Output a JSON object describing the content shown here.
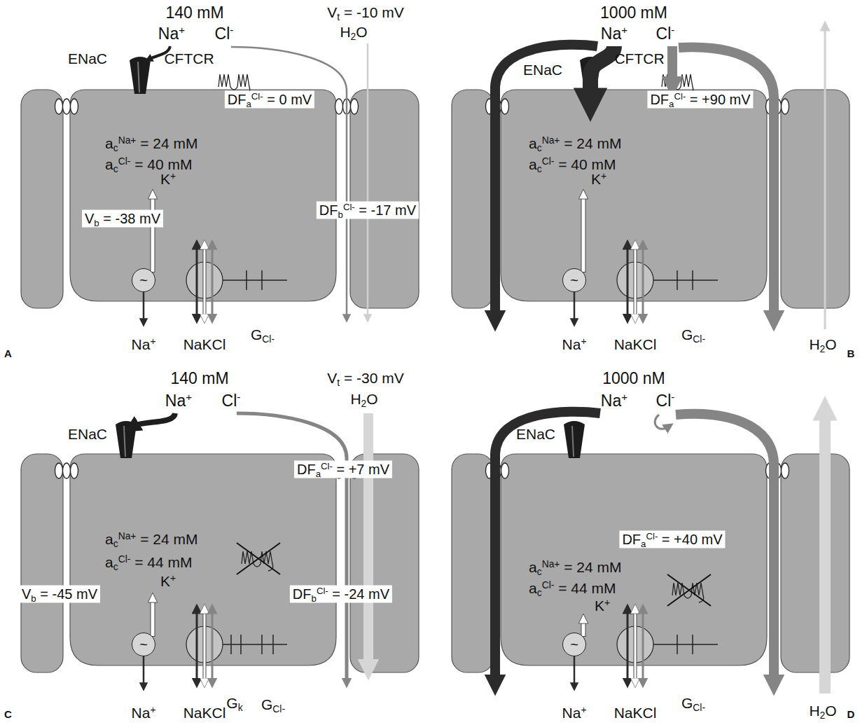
{
  "diagram": {
    "nodes": [
      {
        "text": [
          "acNa+ = 24 mM",
          "acCl- = 40 mM"
        ]
      },
      {
        "text": [
          "~"
        ],
        "in": 0
      },
      {
        "text": [
          "acNa+ = 24 mM",
          "acCl- = 40 mM"
        ]
      },
      {
        "text": [
          "~"
        ],
        "in": 2
      },
      {
        "text": [
          "acNa+ = 24 mM",
          "acCl- = 44 mM"
        ]
      },
      {
        "text": [
          "~"
        ],
        "in": 4
      },
      {
        "text": [
          "acNa+ = 24 mM",
          "acCl- = 44 mM"
        ]
      },
      {
        "text": [
          "~"
        ],
        "in": 6
      }
    ],
    "labels": [
      "140 mM",
      "Na+",
      "Cl-",
      "Vt = -10 mV",
      "H2O",
      "ENaC",
      "CFTCR",
      "DFaCl- = 0 mV",
      "K+",
      "Vb = -38 mV",
      "DFbCl- = -17 mV",
      "Na+",
      "NaKCl",
      "GCl-",
      "A",
      "1000 mM",
      "Na+",
      "Cl-",
      "ENaC",
      "CFTCR",
      "DFaCl- = +90 mV",
      "K+",
      "Na+",
      "NaKCl",
      "GCl-",
      "H2O",
      "B",
      "140 mM",
      "Na+",
      "Cl-",
      "Vt = -30 mV",
      "H2O",
      "ENaC",
      "DFaCl- = +7 mV",
      "K+",
      "Vb = -45 mV",
      "DFbCl- = -24 mV",
      "Na+",
      "NaKCl",
      "Gk",
      "GCl-",
      "C",
      "1000 nM",
      "Na+",
      "Cl-",
      "ENaC",
      "DFaCl- = +40 mV",
      "K+",
      "Na+",
      "NaKCl",
      "GCl-",
      "H2O",
      "D"
    ]
  }
}
